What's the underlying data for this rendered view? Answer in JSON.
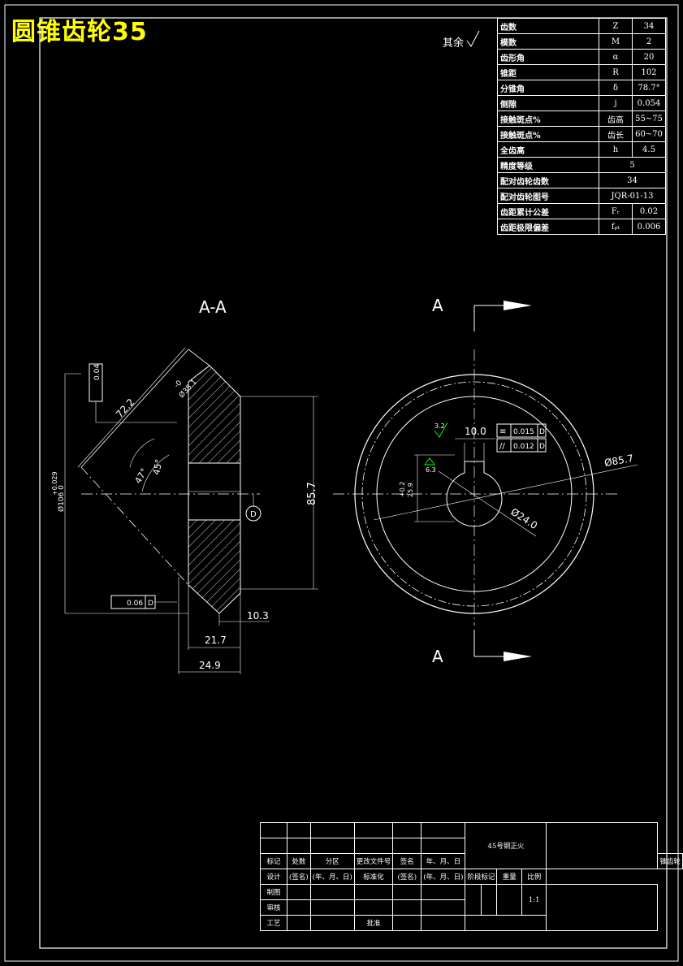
{
  "title": "圆锥齿轮35",
  "roughness_note": "其余",
  "section_label": "A-A",
  "view_label_top": "A",
  "view_label_bottom": "A",
  "param_table": [
    {
      "name": "齿数",
      "sym": "Z",
      "val": "34"
    },
    {
      "name": "模数",
      "sym": "M",
      "val": "2"
    },
    {
      "name": "齿形角",
      "sym": "α",
      "val": "20"
    },
    {
      "name": "锥距",
      "sym": "R",
      "val": "102"
    },
    {
      "name": "分锥角",
      "sym": "δ",
      "val": "78.7°"
    },
    {
      "name": "侧隙",
      "sym": "j",
      "val": "0.054"
    },
    {
      "name": "接触斑点%",
      "sym": "齿高",
      "val": "55~75"
    },
    {
      "name": "接触斑点%",
      "sym": "齿长",
      "val": "60~70"
    },
    {
      "name": "全齿高",
      "sym": "h",
      "val": "4.5"
    },
    {
      "name": "精度等级",
      "span": "5"
    },
    {
      "name": "配对齿轮齿数",
      "span": "34"
    },
    {
      "name": "配对齿轮图号",
      "span": "JQR-01-13"
    },
    {
      "name": "齿距累计公差",
      "sym": "Fᵣ",
      "val": "0.02"
    },
    {
      "name": "齿距极限偏差",
      "sym": "fₚₜ",
      "val": "0.006"
    }
  ],
  "dims": {
    "d72": "72.2",
    "ang47": "47°",
    "ang45": "45°",
    "d857": "85.7",
    "d103": "10.3",
    "d217": "21.7",
    "d249": "24.9",
    "dia106": "Ø106 0",
    "tol106": "+0.029",
    "runout1": "0.04",
    "runout2": "0.06",
    "datum": "D",
    "tip_note": "-0",
    "tip_note2": "Ø35.1",
    "key10": "10.0",
    "sym_tol": "0.015",
    "par_tol": "0.012",
    "dia857": "Ø85.7",
    "dia240": "Ø24.0",
    "r32": "3.2",
    "r63": "6.3",
    "bore": "+0.2",
    "bore2": "25.9"
  },
  "title_block": {
    "material": "45号钢正火",
    "part_name": "锥齿轮",
    "row_labels": [
      "标记",
      "处数",
      "分区",
      "更改文件号",
      "签名",
      "年、月、日"
    ],
    "design_row": [
      "设计",
      "(签名)",
      "(年、月、日)",
      "标准化",
      "(签名)",
      "(年、月、日)"
    ],
    "check": "审核",
    "process": "工艺",
    "approve": "批准",
    "draft": "制图",
    "stage": "阶段标记",
    "weight": "重量",
    "scale_lbl": "比例",
    "scale": "1:1"
  }
}
